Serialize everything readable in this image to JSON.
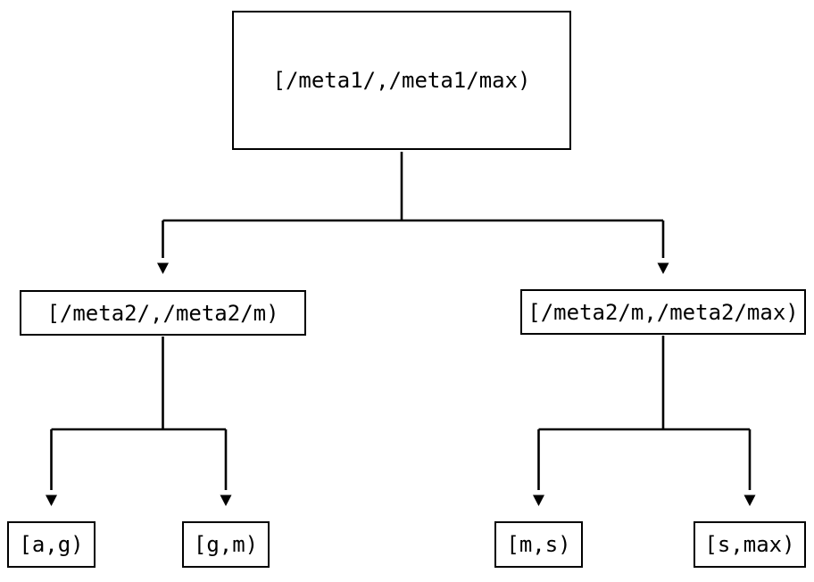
{
  "tree": {
    "root": {
      "label": "[/meta1/,/meta1/max)",
      "children": [
        {
          "label": "[/meta2/,/meta2/m)",
          "children": [
            {
              "label": "[a,g)"
            },
            {
              "label": "[g,m)"
            }
          ]
        },
        {
          "label": "[/meta2/m,/meta2/max)",
          "children": [
            {
              "label": "[m,s)"
            },
            {
              "label": "[s,max)"
            }
          ]
        }
      ]
    }
  },
  "colors": {
    "line": "#000000",
    "background": "#ffffff",
    "text": "#000000"
  }
}
